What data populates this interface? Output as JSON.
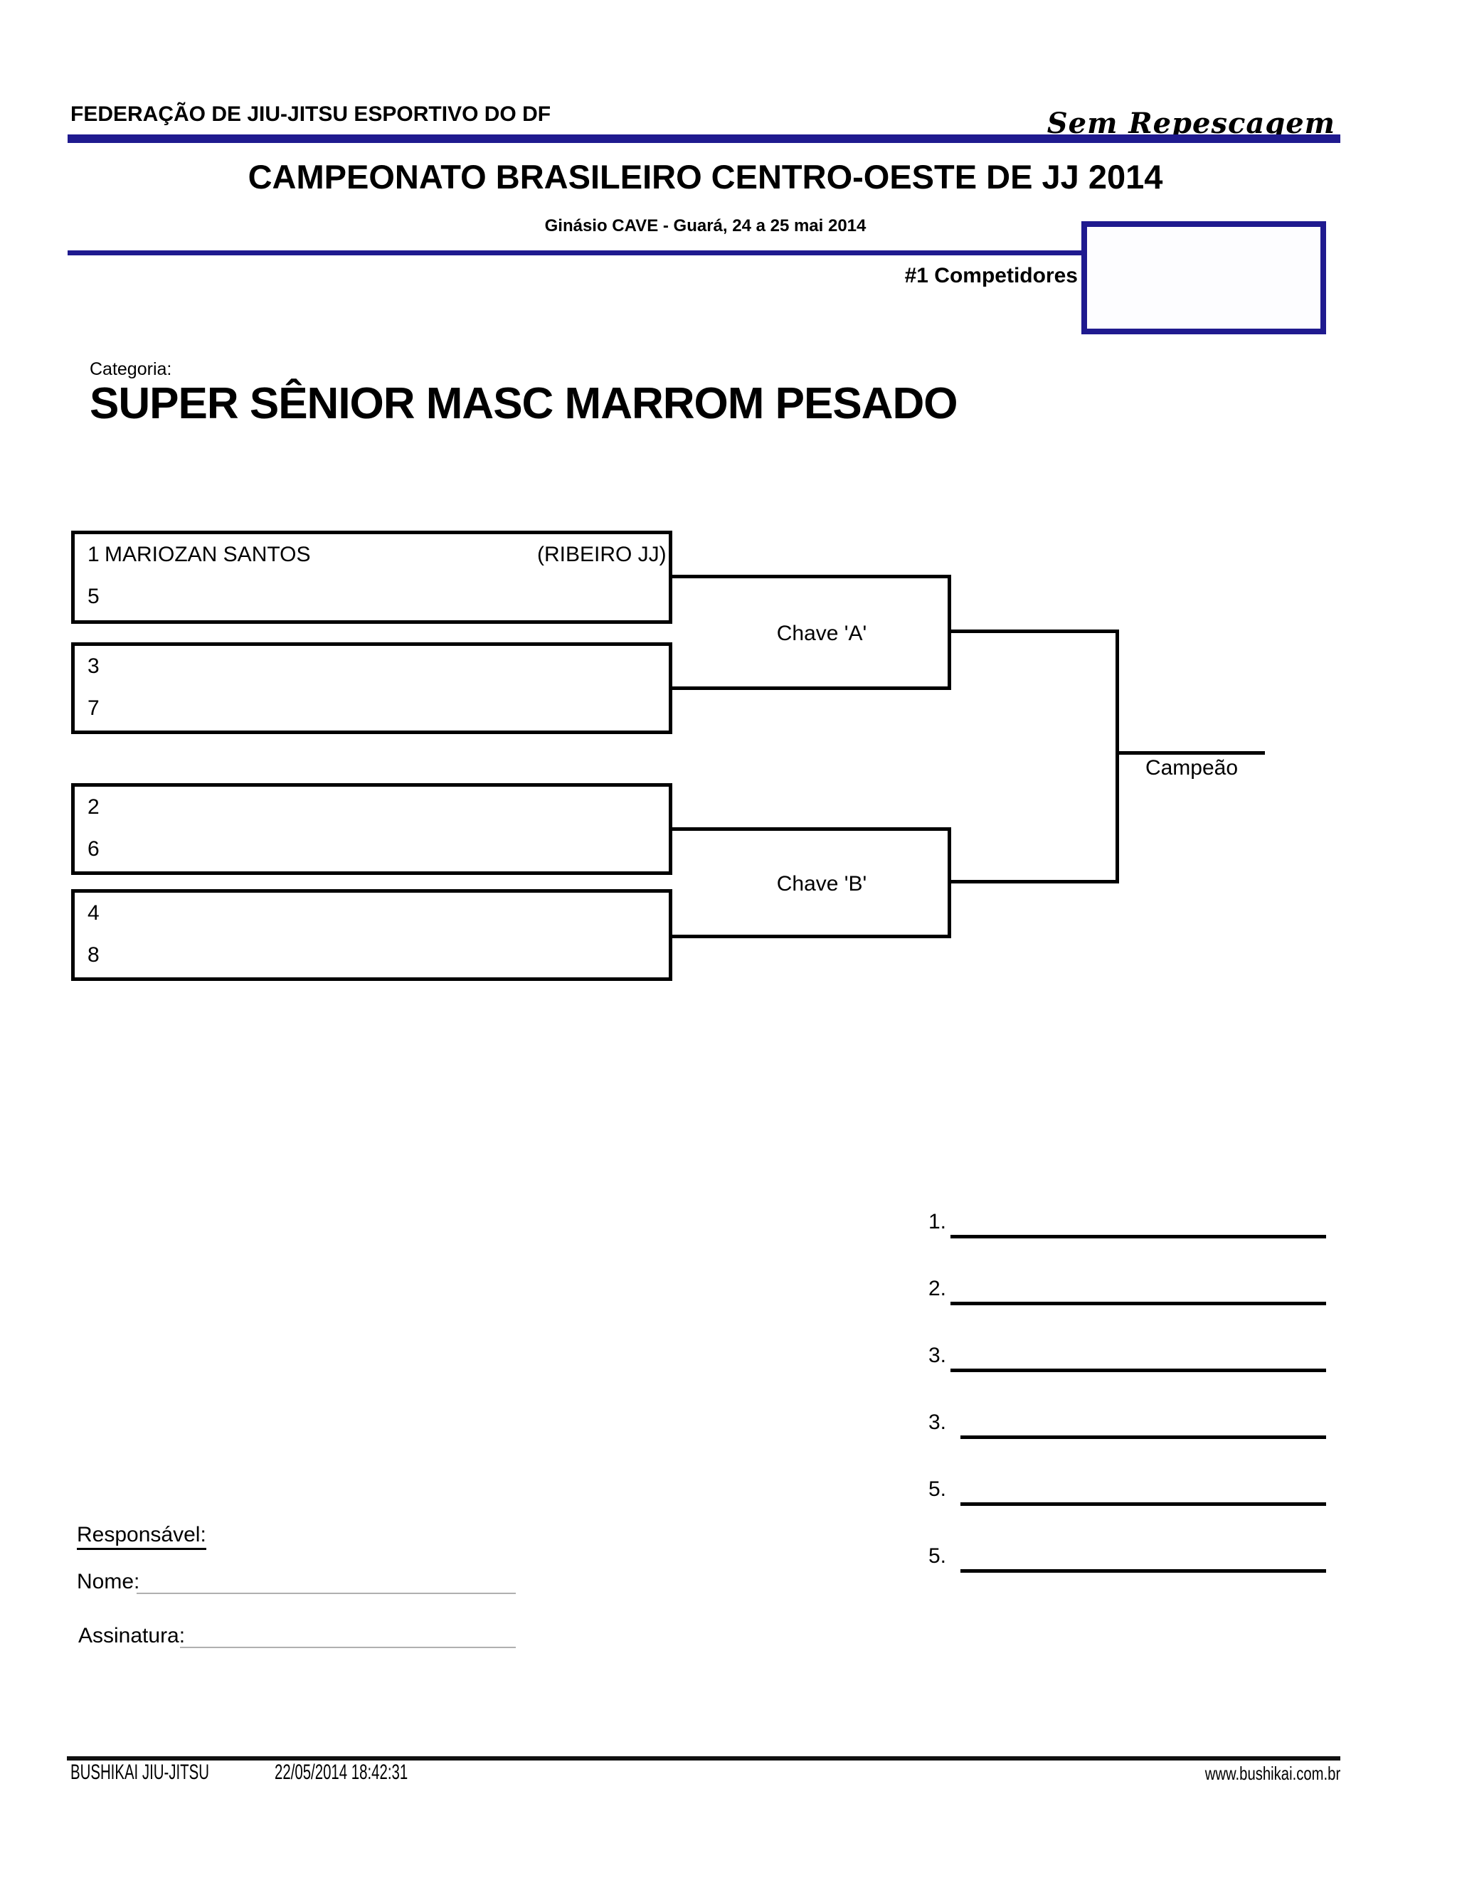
{
  "colors": {
    "navy": "#1f1a8f",
    "gray_line": "#b0b0b0",
    "rule_black": "#111111"
  },
  "header": {
    "federation": "FEDERAÇÃO DE JIU-JITSU ESPORTIVO DO DF",
    "repechage_note": "Sem Repescagem",
    "title": "CAMPEONATO BRASILEIRO CENTRO-OESTE DE JJ 2014",
    "subtitle": "Ginásio CAVE - Guará, 24 a 25 mai 2014",
    "competitors_label": "#1 Competidores"
  },
  "category": {
    "label": "Categoria:",
    "name": "SUPER SÊNIOR MASC MARROM PESADO"
  },
  "bracket": {
    "boxes": [
      {
        "lines": [
          {
            "num": "1",
            "name": "MARIOZAN SANTOS",
            "club": "(RIBEIRO JJ)"
          },
          {
            "num": "5",
            "name": "",
            "club": ""
          }
        ]
      },
      {
        "lines": [
          {
            "num": "3"
          },
          {
            "num": "7"
          }
        ]
      },
      {
        "lines": [
          {
            "num": "2"
          },
          {
            "num": "6"
          }
        ]
      },
      {
        "lines": [
          {
            "num": "4"
          },
          {
            "num": "8"
          }
        ]
      }
    ],
    "labels": {
      "semifinal_a": "Chave 'A'",
      "semifinal_b": "Chave 'B'",
      "champion": "Campeão"
    }
  },
  "placements": {
    "rows": [
      {
        "label": "1."
      },
      {
        "label": "2."
      },
      {
        "label": "3."
      },
      {
        "label": "3."
      },
      {
        "label": "5."
      },
      {
        "label": "5."
      }
    ]
  },
  "signature": {
    "responsible_label": "Responsável:",
    "name_label": "Nome:",
    "signature_label": "Assinatura:"
  },
  "footer": {
    "org": "BUSHIKAI JIU-JITSU",
    "timestamp": "22/05/2014 18:42:31",
    "website": "www.bushikai.com.br"
  }
}
